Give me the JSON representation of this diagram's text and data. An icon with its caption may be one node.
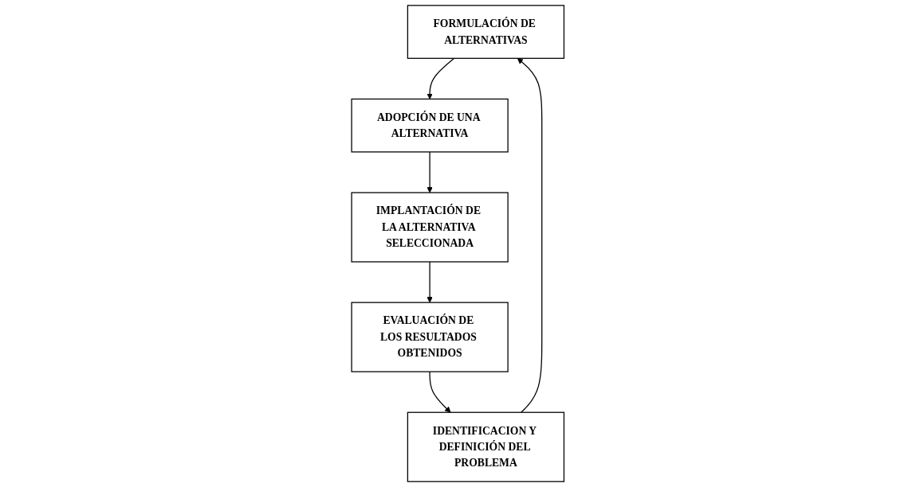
{
  "diagram": {
    "nodes": [
      {
        "text": [
          "FORMULACIÓN DE ALTERNATIVAS"
        ]
      },
      {
        "text": [
          "IDENTIFICACION Y DEFINICIÓN DEL PROBLEMA"
        ]
      },
      {
        "text": [
          "ADOPCIÓN DE UNA ALTERNATIVA"
        ]
      },
      {
        "text": [
          "EVALUACIÓN DE LOS RESULTADOS OBTENIDOS"
        ]
      },
      {
        "text": [
          "IMPLANTACIÓN DE LA ALTERNATIVA SELECCIONADA"
        ]
      }
    ],
    "edges": [
      {
        "from": 1,
        "to": 0,
        "arrow": "to"
      },
      {
        "from": 0,
        "to": 2,
        "arrow": "to"
      },
      {
        "from": 2,
        "to": 4,
        "arrow": "to"
      },
      {
        "from": 4,
        "to": 3,
        "arrow": "to"
      },
      {
        "from": 3,
        "to": 1,
        "arrow": "to"
      }
    ]
  }
}
